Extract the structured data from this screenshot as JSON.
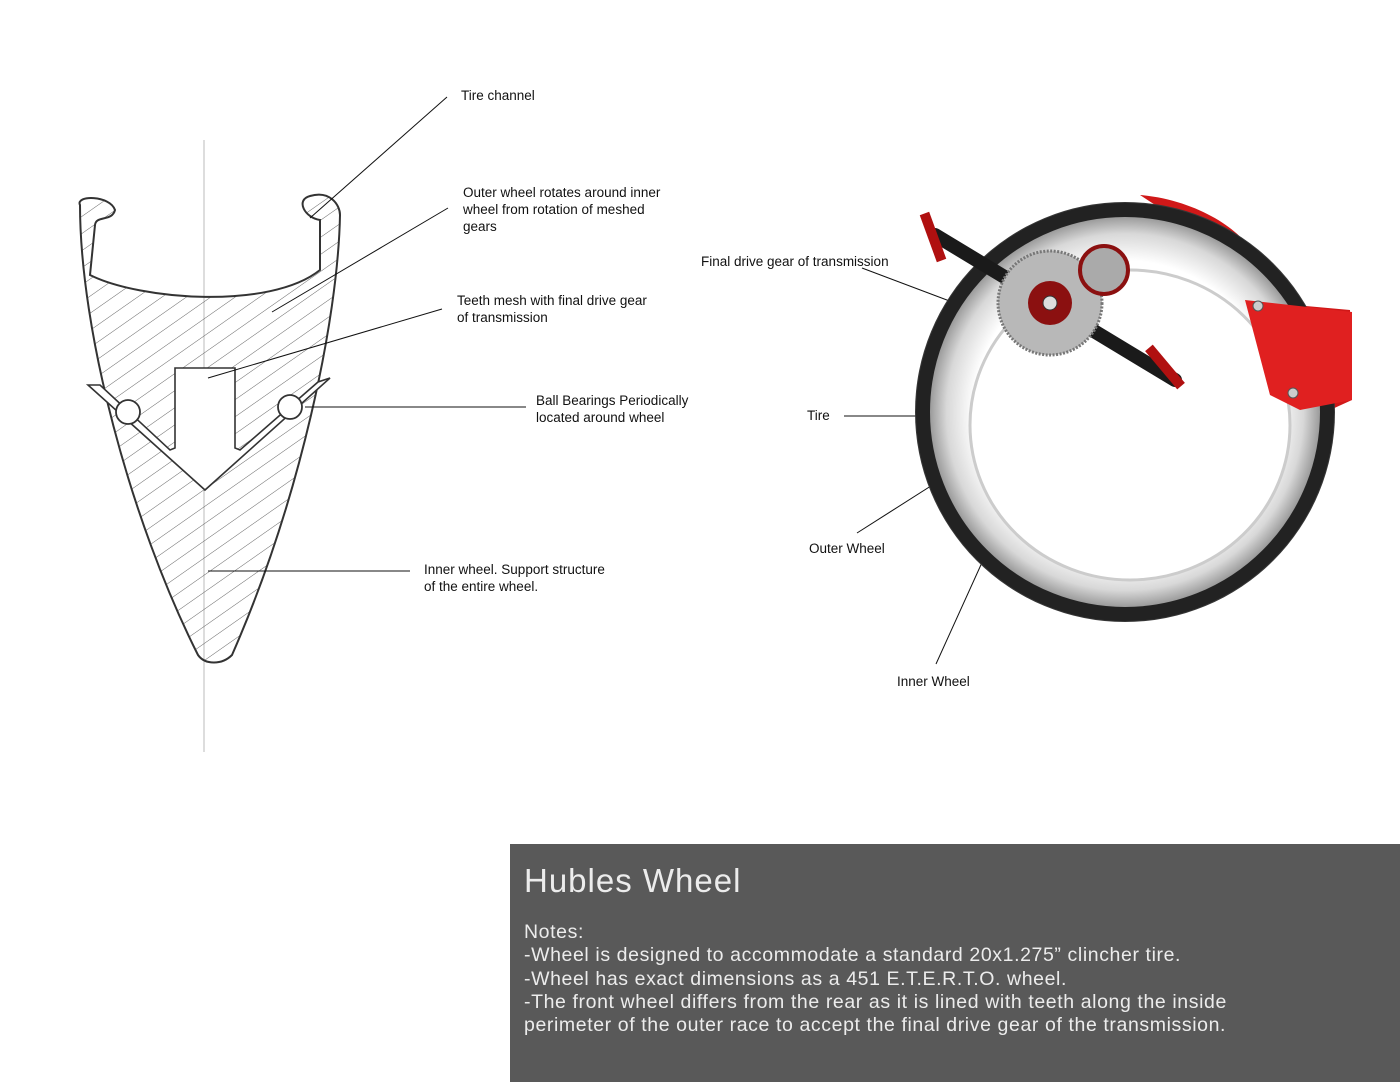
{
  "sketch_labels": {
    "tire_channel": "Tire channel",
    "outer_wheel": "Outer wheel rotates around inner\nwheel from rotation of meshed\ngears",
    "teeth_mesh": "Teeth mesh with final drive gear\nof transmission",
    "ball_bearings": "Ball Bearings Periodically\nlocated around wheel",
    "inner_wheel": "Inner wheel.  Support structure\nof the entire wheel."
  },
  "render_labels": {
    "final_drive": "Final drive gear of transmission",
    "tire": "Tire",
    "outer_wheel": "Outer Wheel",
    "inner_wheel": "Inner Wheel"
  },
  "notes": {
    "title": "Hubles Wheel",
    "heading": "Notes:",
    "lines": [
      "-Wheel is designed to accommodate a standard 20x1.275” clincher tire.",
      "-Wheel has exact dimensions as a 451 E.T.E.R.T.O. wheel.",
      "-The front wheel differs from the rear as it is lined with teeth along the inside",
      "perimeter of the outer race to accept the final drive gear of the transmission."
    ]
  },
  "colors": {
    "panel": "#595959",
    "accent_red": "#d01818"
  }
}
